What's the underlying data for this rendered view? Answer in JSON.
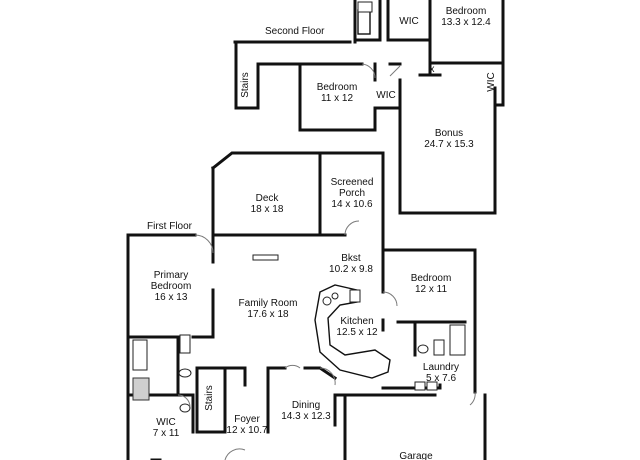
{
  "floors": {
    "second": {
      "title": "Second Floor"
    },
    "first": {
      "title": "First Floor"
    }
  },
  "rooms": {
    "bedroom_upper": {
      "name": "Bedroom",
      "size": "13.3 x 12.4"
    },
    "wic_upper": {
      "name": "WIC"
    },
    "stairs_upper": {
      "name": "Stairs"
    },
    "bedroom_mid": {
      "name": "Bedroom",
      "size": "11 x 12"
    },
    "wic_mid": {
      "name": "WIC"
    },
    "wic_right": {
      "name": "WIC"
    },
    "bonus": {
      "name": "Bonus",
      "size": "24.7 x 15.3"
    },
    "deck": {
      "name": "Deck",
      "size": "18 x 18"
    },
    "porch": {
      "name": "Screened Porch",
      "line1": "Screened",
      "line2": "Porch",
      "size": "14 x 10.6"
    },
    "bkst": {
      "name": "Bkst",
      "size": "10.2 x 9.8"
    },
    "bedroom_first": {
      "name": "Bedroom",
      "size": "12 x 11"
    },
    "primary": {
      "line1": "Primary",
      "line2": "Bedroom",
      "size": "16 x 13"
    },
    "family": {
      "name": "Family Room",
      "size": "17.6 x 18"
    },
    "kitchen": {
      "name": "Kitchen",
      "size": "12.5 x 12"
    },
    "laundry": {
      "name": "Laundry",
      "size": "5 x 7.6"
    },
    "dining": {
      "name": "Dining",
      "size": "14.3 x 12.3"
    },
    "foyer": {
      "name": "Foyer",
      "size": "12 x 10.7"
    },
    "stairs_first": {
      "name": "Stairs"
    },
    "wic_first": {
      "name": "WIC",
      "size": "7 x 11"
    },
    "garage": {
      "name": "Garage"
    }
  },
  "symbols": {
    "closet_mark": "x"
  }
}
